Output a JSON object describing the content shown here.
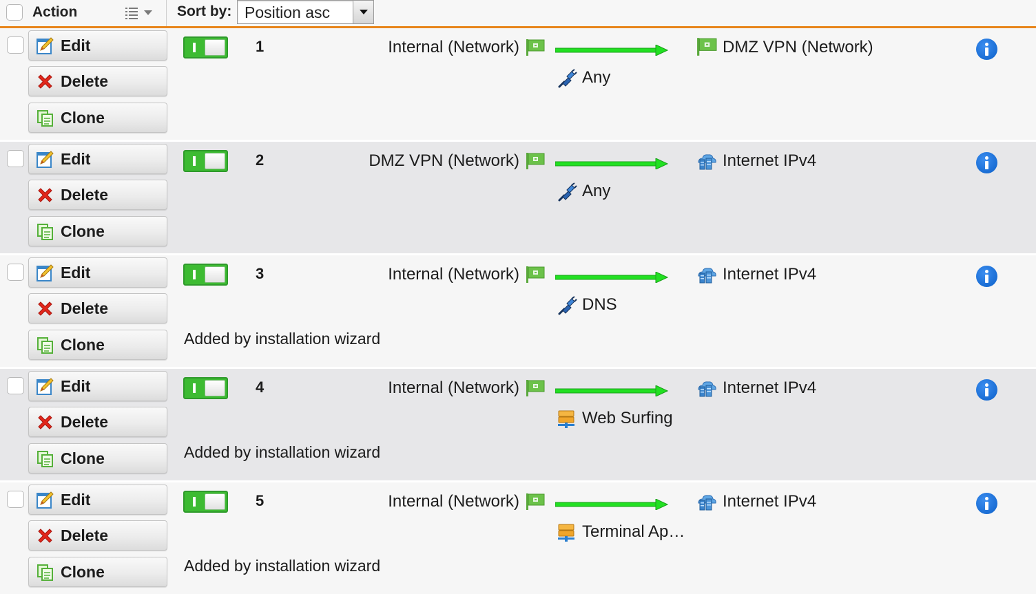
{
  "header": {
    "action_label": "Action",
    "sort_label": "Sort by:",
    "sort_value": "Position asc"
  },
  "buttons": {
    "edit": "Edit",
    "delete": "Delete",
    "clone": "Clone"
  },
  "rules": [
    {
      "position": "1",
      "source": "Internal (Network)",
      "destination": "DMZ VPN (Network)",
      "destination_icon": "network-flag-icon",
      "service": "Any",
      "service_icon": "service-plug-icon",
      "comment": ""
    },
    {
      "position": "2",
      "source": "DMZ VPN (Network)",
      "destination": "Internet IPv4",
      "destination_icon": "internet-icon",
      "service": "Any",
      "service_icon": "service-plug-icon",
      "comment": ""
    },
    {
      "position": "3",
      "source": "Internal (Network)",
      "destination": "Internet IPv4",
      "destination_icon": "internet-icon",
      "service": "DNS",
      "service_icon": "service-plug-icon",
      "comment": "Added by installation wizard"
    },
    {
      "position": "4",
      "source": "Internal (Network)",
      "destination": "Internet IPv4",
      "destination_icon": "internet-icon",
      "service": "Web Surfing",
      "service_icon": "service-group-icon",
      "comment": "Added by installation wizard"
    },
    {
      "position": "5",
      "source": "Internal (Network)",
      "destination": "Internet IPv4",
      "destination_icon": "internet-icon",
      "service": "Terminal Ap…",
      "service_icon": "service-group-icon",
      "comment": "Added by installation wizard"
    }
  ],
  "colors": {
    "accent": "#e8851c",
    "toggle_on": "#3dbb32",
    "arrow": "#22e022",
    "info": "#0b5fc8"
  }
}
